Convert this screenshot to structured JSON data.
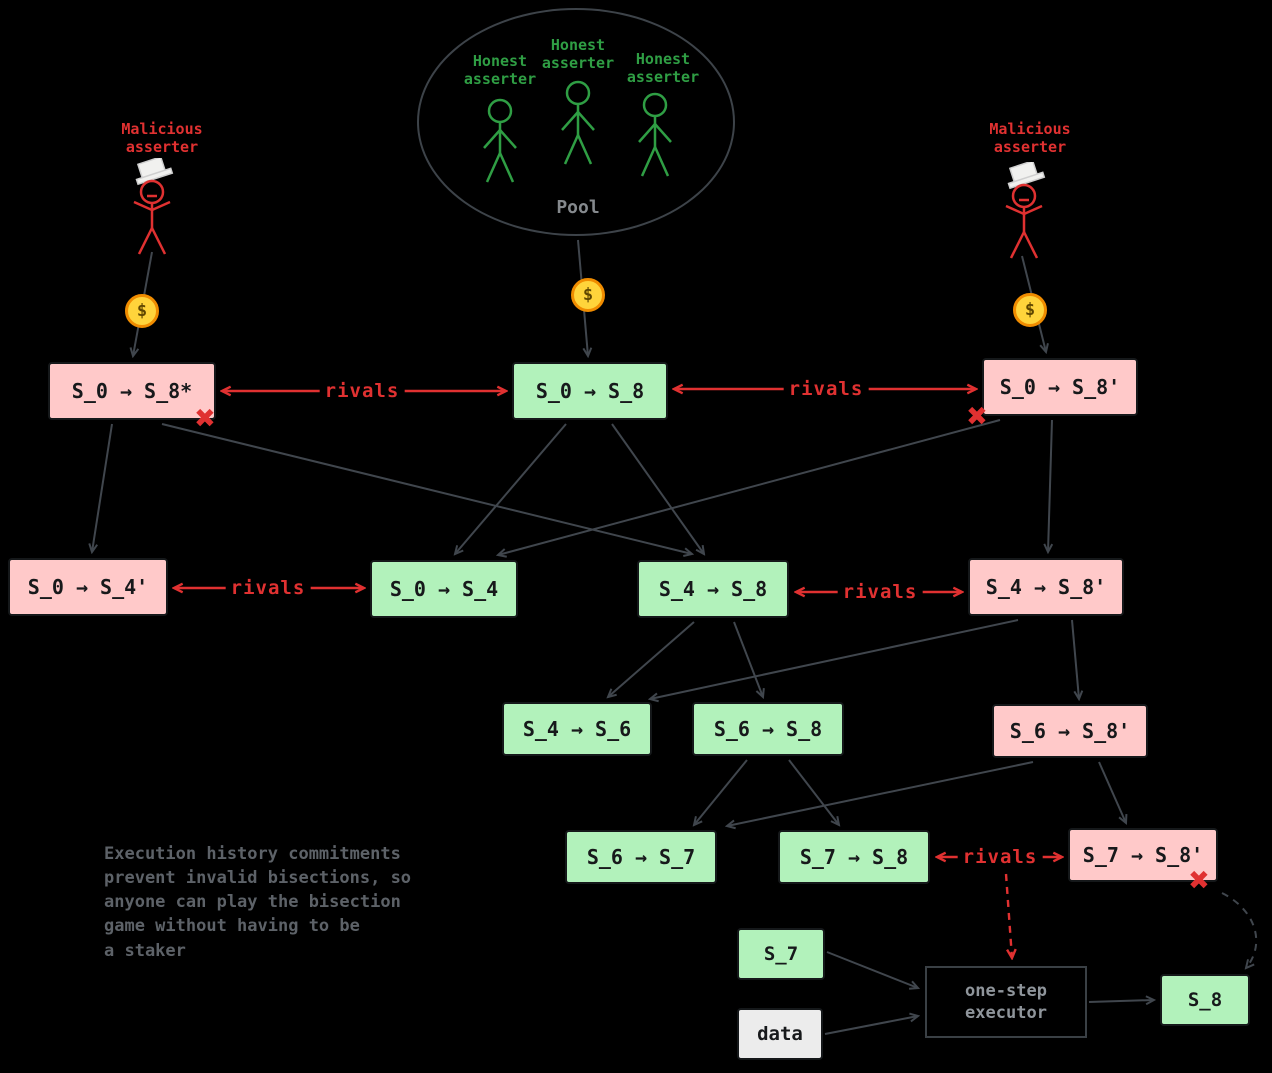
{
  "pool": {
    "label": "Pool"
  },
  "actors": {
    "honest": "Honest\nasserter",
    "malicious": "Malicious\nasserter"
  },
  "coin": {
    "symbol": "$"
  },
  "labels": {
    "rivals": "rivals",
    "x_mark": "✖"
  },
  "nodes": [
    {
      "id": "s0-s8-star",
      "label": "S_0 → S_8*",
      "status": "malicious"
    },
    {
      "id": "s0-s8",
      "label": "S_0 → S_8",
      "status": "honest"
    },
    {
      "id": "s0-s8-p",
      "label": "S_0 → S_8'",
      "status": "malicious"
    },
    {
      "id": "s0-s4-p",
      "label": "S_0 → S_4'",
      "status": "malicious"
    },
    {
      "id": "s0-s4",
      "label": "S_0 → S_4",
      "status": "honest"
    },
    {
      "id": "s4-s8",
      "label": "S_4 → S_8",
      "status": "honest"
    },
    {
      "id": "s4-s8-p",
      "label": "S_4 → S_8'",
      "status": "malicious"
    },
    {
      "id": "s4-s6",
      "label": "S_4 → S_6",
      "status": "honest"
    },
    {
      "id": "s6-s8",
      "label": "S_6 → S_8",
      "status": "honest"
    },
    {
      "id": "s6-s8-p",
      "label": "S_6 → S_8'",
      "status": "malicious"
    },
    {
      "id": "s6-s7",
      "label": "S_6 → S_7",
      "status": "honest"
    },
    {
      "id": "s7-s8",
      "label": "S_7 → S_8",
      "status": "honest"
    },
    {
      "id": "s7-s8-p",
      "label": "S_7 → S_8'",
      "status": "malicious"
    },
    {
      "id": "s7",
      "label": "S_7",
      "status": "honest"
    },
    {
      "id": "data",
      "label": "data",
      "status": "neutral"
    },
    {
      "id": "s8",
      "label": "S_8",
      "status": "honest"
    }
  ],
  "executor": {
    "label": "one-step\nexecutor"
  },
  "note": "Execution history commitments\nprevent invalid bisections, so\nanyone can play the bisection\ngame without having to be\na staker",
  "colors": {
    "honest_fill": "#b2f2bb",
    "malicious_fill": "#ffc9c9",
    "rival_red": "#e03131",
    "honest_green": "#2f9e44",
    "coin_yellow": "#ffd43b",
    "arrow_gray": "#40464d"
  }
}
